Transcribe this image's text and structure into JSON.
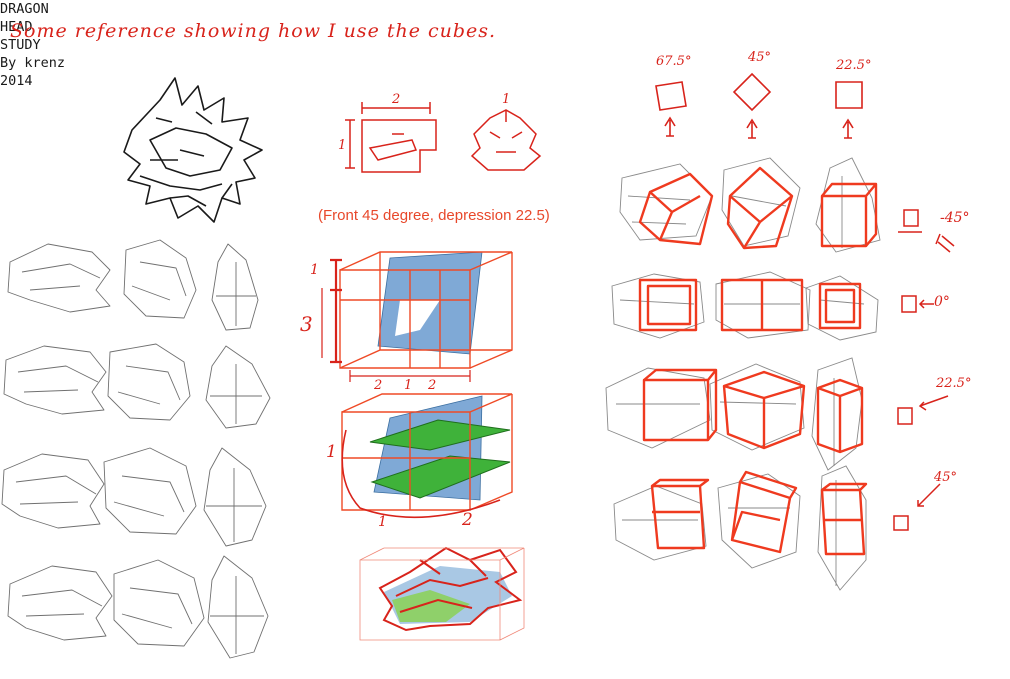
{
  "title": "Some reference showing how I use the cubes.",
  "study_caption": [
    "DRAGON",
    "HEAD",
    "STUDY",
    "By krenz",
    "2014"
  ],
  "view_caption": "(Front 45 degree, depression 22.5)",
  "proportion_labels": {
    "top_width": "2",
    "top_depth": "1",
    "side_height": "1",
    "fig_height_small": "1",
    "fig_height_total": "3",
    "fig_width_a": "2",
    "fig_width_mid": "1",
    "fig_width_b": "2",
    "split_height": "1",
    "split_bottom_left": "1",
    "split_bottom_right": "2"
  },
  "angle_labels": {
    "col1": "67.5°",
    "col2": "45°",
    "col3": "22.5°",
    "row1": "-45°",
    "row2": "0°",
    "row3": "22.5°",
    "row4": "45°"
  },
  "colors": {
    "ink": "#1a1a1a",
    "pencil": "#6b6b6b",
    "red": "#d8231b",
    "orange_red": "#ef4a26",
    "blue_fill": "#7fa9d6",
    "green_fill": "#3fb23a",
    "caption_orange": "#e8482b"
  }
}
